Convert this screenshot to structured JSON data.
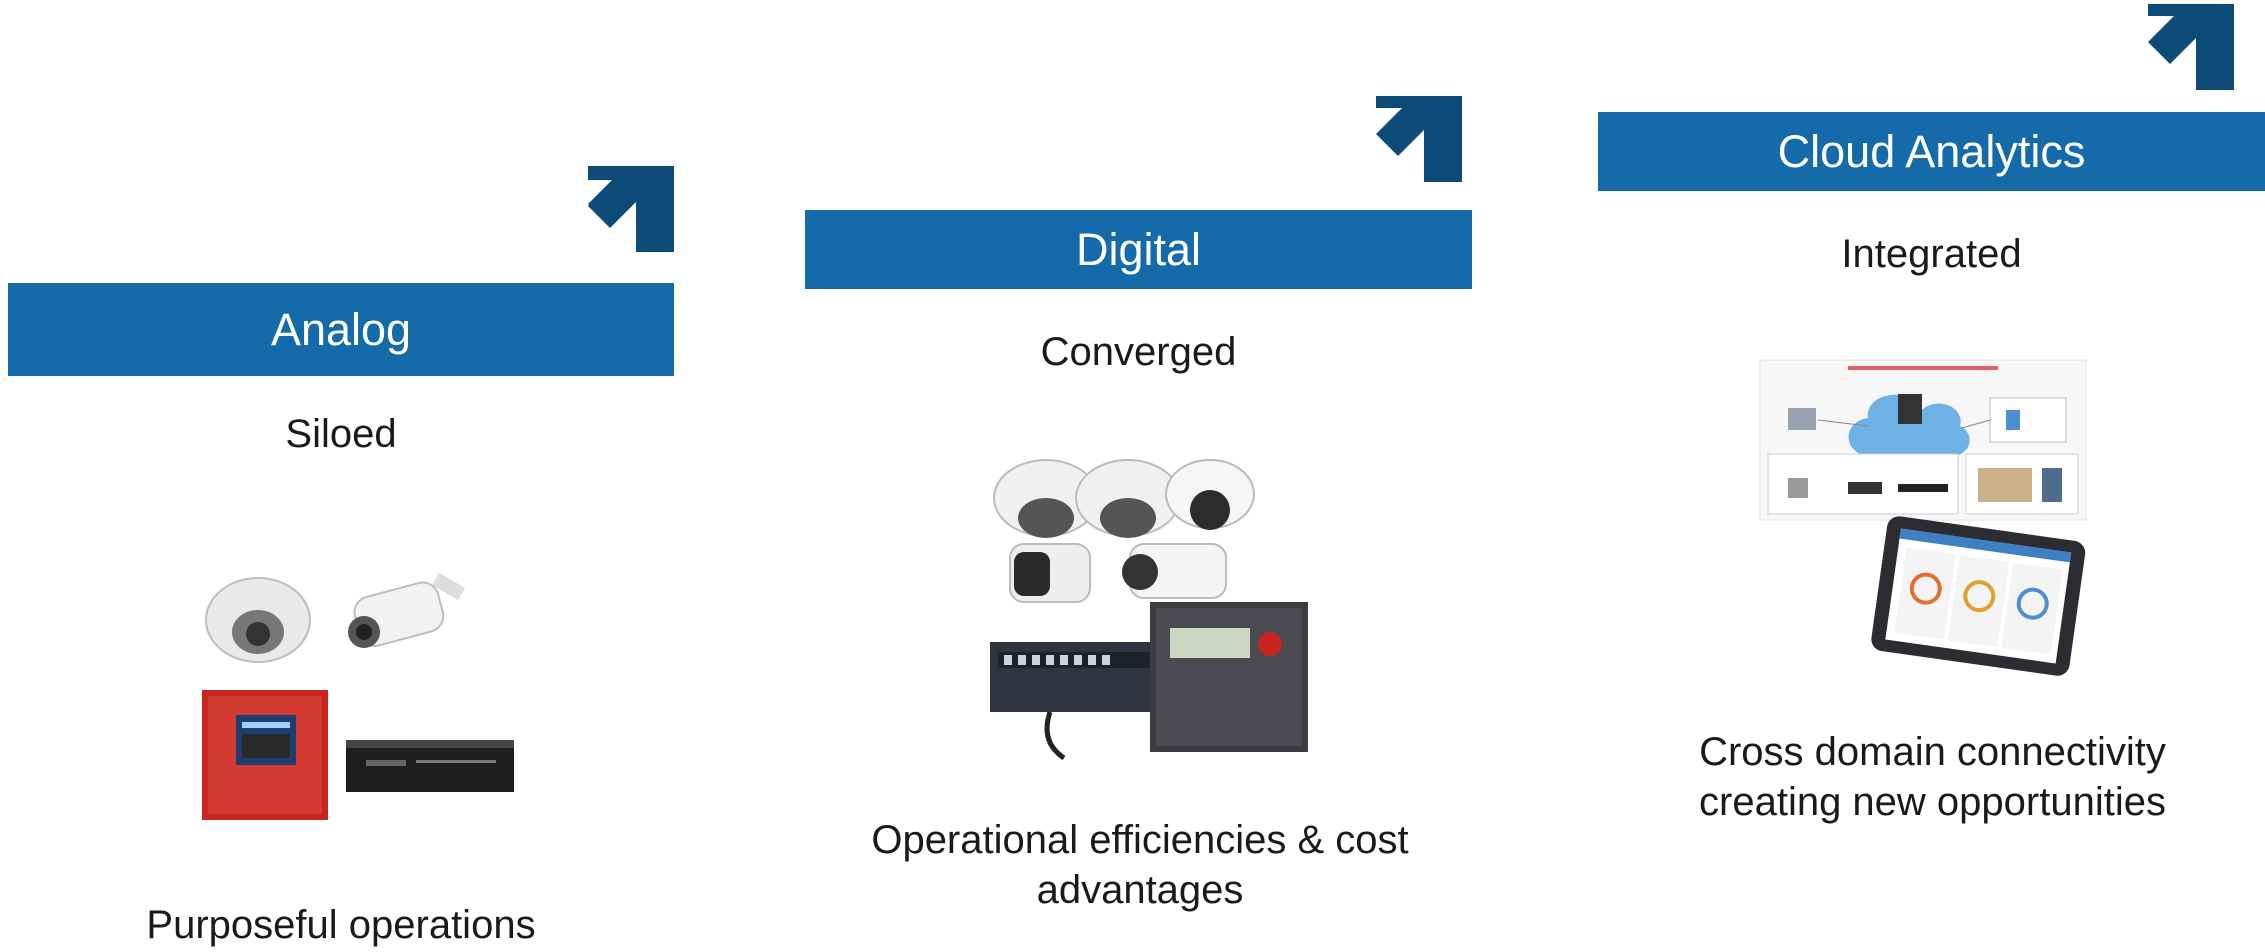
{
  "colors": {
    "banner": "#156BAA",
    "arrow": "#0C4A77"
  },
  "stages": [
    {
      "title": "Analog",
      "subtitle": "Siloed",
      "caption": "Purposeful operations",
      "icon": "arrow-up-right-icon",
      "illustration": "analog-devices-image"
    },
    {
      "title": "Digital",
      "subtitle": "Converged",
      "caption": "Operational efficiencies & cost advantages",
      "icon": "arrow-up-right-icon",
      "illustration": "digital-devices-image"
    },
    {
      "title": "Cloud Analytics",
      "subtitle": "Integrated",
      "caption": "Cross domain connectivity creating new opportunities",
      "icon": "arrow-up-right-icon",
      "illustration": "cloud-dashboard-image"
    }
  ]
}
